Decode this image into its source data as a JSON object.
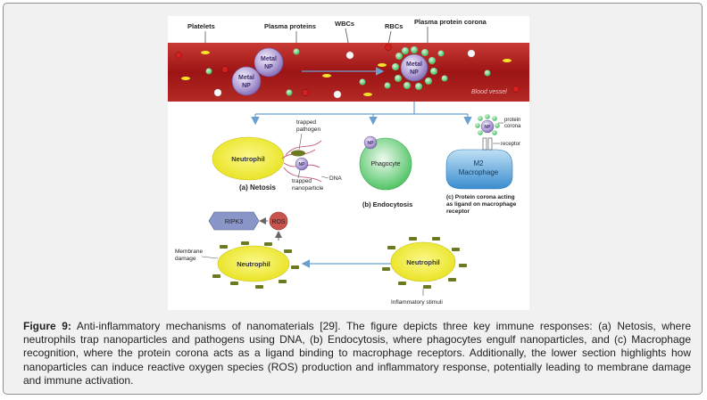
{
  "figure": {
    "labels": {
      "platelets": "Platelets",
      "plasma_proteins": "Plasma proteins",
      "wbcs": "WBCs",
      "rbcs": "RBCs",
      "plasma_protein_corona": "Plasma protein corona",
      "metal_np_line1": "Metal",
      "metal_np_line2": "NP",
      "blood_vessel": "Blood vessel",
      "neutrophil": "Neutrophil",
      "trapped_pathogen_line1": "trapped",
      "trapped_pathogen_line2": "pathogen",
      "np": "NP",
      "dna": "DNA",
      "trapped_np_line1": "trapped",
      "trapped_np_line2": "nanoparticle",
      "netosis": "(a) Netosis",
      "phagocyte": "Phagocyte",
      "endocytosis": "(b) Endocytosis",
      "protein_corona_line1": "protein",
      "protein_corona_line2": "corona",
      "receptor": "receptor",
      "m2_line1": "M2",
      "m2_line2": "Macrophage",
      "macrophage_caption_line1": "(c) Protein corona acting",
      "macrophage_caption_line2": "as ligand on macrophage",
      "macrophage_caption_line3": "receptor",
      "ripk3": "RIPK3",
      "ros": "ROS",
      "membrane_damage_line1": "Membrane",
      "membrane_damage_line2": "damage",
      "inflammatory_stimuli": "Inflammatory stimuli"
    },
    "colors": {
      "vessel": "#a01e1e",
      "neutrophil": "#f2ef2c",
      "phagocyte": "#3fbf4f",
      "macrophage": "#4f9ad6",
      "np": "#a08cc8",
      "protein": "#7fd08f",
      "ros": "#c24a4a",
      "arrow": "#6a9fd0"
    }
  },
  "caption": {
    "label": "Figure 9:",
    "text": " Anti-inflammatory mechanisms of nanomaterials [29]. The figure depicts three key immune responses: (a) Netosis, where neutrophils trap nanoparticles and pathogens using DNA, (b) Endocytosis, where phagocytes engulf nanoparticles, and (c) Macrophage recognition, where the protein corona acts as a ligand binding to macrophage receptors. Additionally, the lower section highlights how nanoparticles can induce reactive oxygen species (ROS) production and inflammatory response, potentially leading to membrane damage and immune activation."
  }
}
